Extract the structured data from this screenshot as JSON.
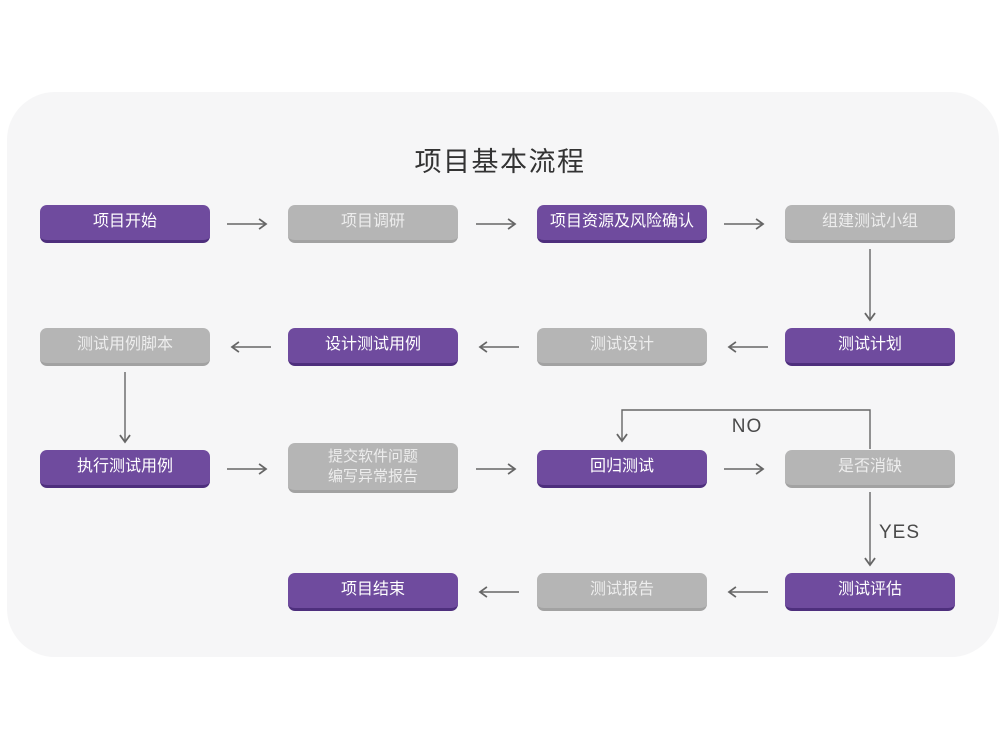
{
  "title": "项目基本流程",
  "colors": {
    "purple": "#6f4b9e",
    "purple_dark": "#4e2f7d",
    "gray": "#b5b5b5",
    "gray_dark": "#a2a2a2",
    "card_background": "#f6f6f7",
    "arrow": "#666666"
  },
  "labels": {
    "no": "NO",
    "yes": "YES"
  },
  "nodes": {
    "start": {
      "label": "项目开始",
      "variant": "purple"
    },
    "research": {
      "label": "项目调研",
      "variant": "gray"
    },
    "risk": {
      "label": "项目资源及风险确认",
      "variant": "purple"
    },
    "team": {
      "label": "组建测试小组",
      "variant": "gray"
    },
    "plan": {
      "label": "测试计划",
      "variant": "purple"
    },
    "design": {
      "label": "测试设计",
      "variant": "gray"
    },
    "design_cases": {
      "label": "设计测试用例",
      "variant": "purple"
    },
    "scripts": {
      "label": "测试用例脚本",
      "variant": "gray"
    },
    "execute": {
      "label": "执行测试用例",
      "variant": "purple"
    },
    "submit": {
      "label_line1": "提交软件问题",
      "label_line2": "编写异常报告",
      "variant": "gray"
    },
    "regression": {
      "label": "回归测试",
      "variant": "purple"
    },
    "defect_check": {
      "label": "是否消缺",
      "variant": "gray"
    },
    "evaluate": {
      "label": "测试评估",
      "variant": "purple"
    },
    "report": {
      "label": "测试报告",
      "variant": "gray"
    },
    "end": {
      "label": "项目结束",
      "variant": "purple"
    }
  }
}
